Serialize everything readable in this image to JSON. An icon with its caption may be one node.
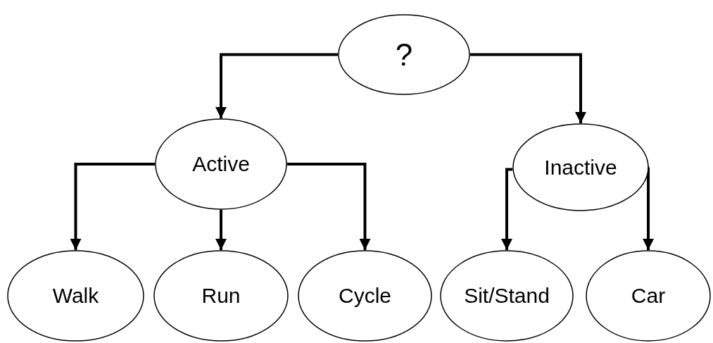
{
  "diagram": {
    "nodes": [
      {
        "text": [
          "?"
        ]
      },
      {
        "text": [
          "Active"
        ]
      },
      {
        "text": [
          "Inactive"
        ]
      },
      {
        "text": [
          "Walk"
        ]
      },
      {
        "text": [
          "Run"
        ]
      },
      {
        "text": [
          "Cycle"
        ]
      },
      {
        "text": [
          "Sit/Stand"
        ]
      },
      {
        "text": [
          "Car"
        ]
      }
    ],
    "edges": [
      {
        "from": 0,
        "to": 1,
        "arrow": "to"
      },
      {
        "from": 0,
        "to": 2,
        "arrow": "to"
      },
      {
        "from": 1,
        "to": 3,
        "arrow": "to"
      },
      {
        "from": 1,
        "to": 4,
        "arrow": "to"
      },
      {
        "from": 1,
        "to": 5,
        "arrow": "to"
      },
      {
        "from": 2,
        "to": 6,
        "arrow": "to"
      },
      {
        "from": 2,
        "to": 7,
        "arrow": "to"
      }
    ]
  }
}
